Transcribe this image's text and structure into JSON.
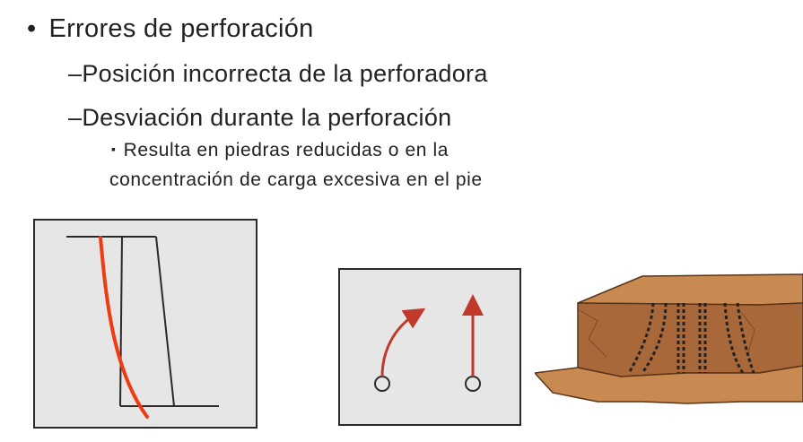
{
  "slide": {
    "bullet_main": "Errores de perforación",
    "sub_items": [
      "Posición incorrecta de la perforadora",
      "Desviación durante la perforación"
    ],
    "sub_sub_item": {
      "line1": "Resulta en piedras reducidas o en la",
      "line2": "concentración de carga excesiva en el pie"
    },
    "symbols": {
      "bullet": "•",
      "dash": "–",
      "small_bullet": "▪"
    }
  },
  "colors": {
    "panel_fill": "#e6e6e6",
    "panel_border": "#2a2a2a",
    "drill_path": "#f03a12",
    "arrow": "#c0392b",
    "rock_top": "#c98a52",
    "rock_face": "#a8683a",
    "rock_dark": "#7e4a25"
  }
}
